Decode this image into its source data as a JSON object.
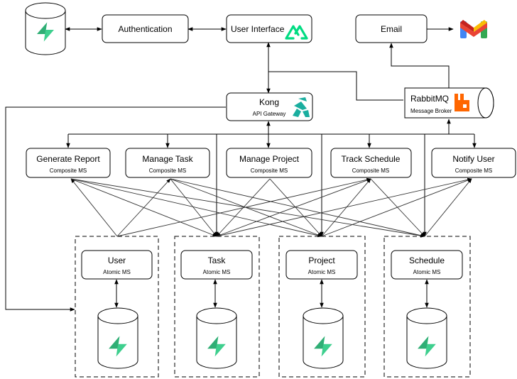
{
  "nodes": {
    "authentication": {
      "label": "Authentication"
    },
    "user_interface": {
      "label": "User Interface"
    },
    "email": {
      "label": "Email"
    },
    "kong": {
      "label": "Kong",
      "sublabel": "API Gateway"
    },
    "rabbitmq": {
      "label": "RabbitMQ",
      "sublabel": "Message Broker"
    },
    "composite": [
      {
        "label": "Generate Report",
        "sublabel": "Composite MS"
      },
      {
        "label": "Manage Task",
        "sublabel": "Composite MS"
      },
      {
        "label": "Manage Project",
        "sublabel": "Composite MS"
      },
      {
        "label": "Track Schedule",
        "sublabel": "Composite MS"
      },
      {
        "label": "Notify User",
        "sublabel": "Composite MS"
      }
    ],
    "atomic": [
      {
        "label": "User",
        "sublabel": "Atomic MS"
      },
      {
        "label": "Task",
        "sublabel": "Atomic MS"
      },
      {
        "label": "Project",
        "sublabel": "Atomic MS"
      },
      {
        "label": "Schedule",
        "sublabel": "Atomic MS"
      }
    ]
  },
  "icons": {
    "supabase": "supabase-icon",
    "nuxt": "nuxt-icon",
    "gmail": "gmail-icon",
    "kong": "kong-icon",
    "rabbitmq": "rabbitmq-icon",
    "database": "database-icon"
  },
  "colors": {
    "supabase_green": "#3ECF8E",
    "nuxt_green": "#00DC82",
    "kong_teal": "#1AAE9F",
    "rabbitmq_orange": "#FF6600"
  }
}
